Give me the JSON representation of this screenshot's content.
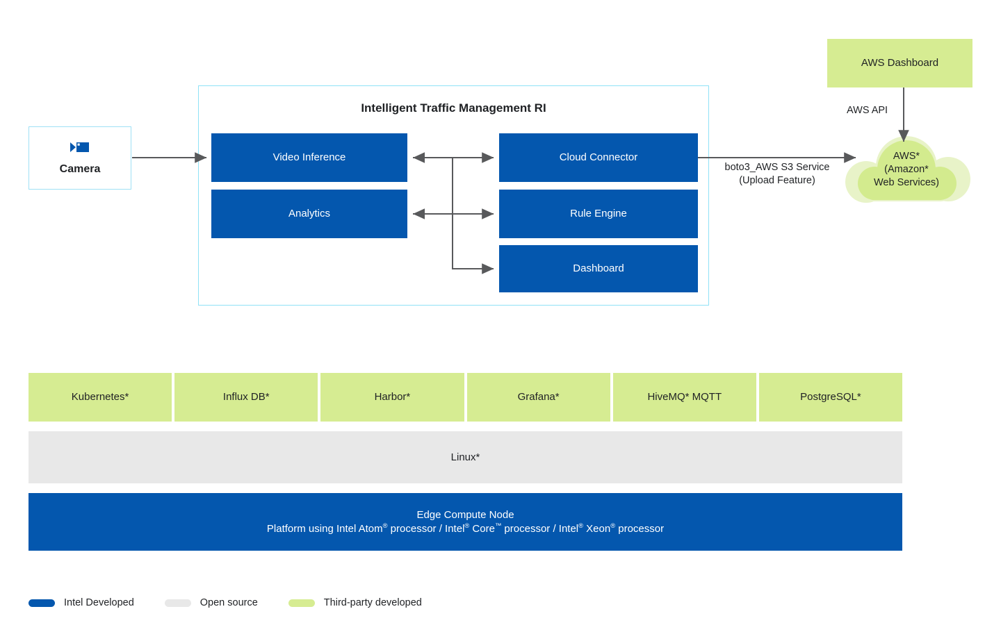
{
  "diagram": {
    "title": "Intelligent Traffic Management RI"
  },
  "colors": {
    "intel_blue": "#0457AE",
    "third_party_green": "#D6EC92",
    "open_source_grey": "#E8E8E8",
    "cloud_light_green": "#E4F2C0",
    "container_border": "#8FE2F7",
    "connector_grey": "#58595B"
  },
  "camera": {
    "label": "Camera",
    "icon": "video-camera-icon"
  },
  "ri_blocks": {
    "video_inference": "Video Inference",
    "analytics": "Analytics",
    "cloud_connector": "Cloud Connector",
    "rule_engine": "Rule Engine",
    "dashboard": "Dashboard"
  },
  "cloud_side": {
    "aws_dashboard": "AWS Dashboard",
    "aws_api_label": "AWS API",
    "aws_cloud_line1": "AWS*",
    "aws_cloud_line2": "(Amazon*",
    "aws_cloud_line3": "Web Services)",
    "boto3_line1": "boto3_AWS S3 Service",
    "boto3_line2": "(Upload Feature)"
  },
  "stack": {
    "third_party": [
      "Kubernetes*",
      "Influx DB*",
      "Harbor*",
      "Grafana*",
      "HiveMQ* MQTT",
      "PostgreSQL*"
    ],
    "os_row": "Linux*",
    "edge_row_line1": "Edge Compute Node",
    "edge_row_line2_parts": {
      "a": "Platform using Intel Atom",
      "sup1": "®",
      "b": " processor / Intel",
      "sup2": "®",
      "c": " Core",
      "sup3": "™",
      "d": " processor / Intel",
      "sup4": "®",
      "e": " Xeon",
      "sup5": "®",
      "f": " processor"
    }
  },
  "legend": [
    {
      "label": "Intel Developed",
      "color": "#0457AE"
    },
    {
      "label": "Open source",
      "color": "#E8E8E8"
    },
    {
      "label": "Third-party developed",
      "color": "#D6EC92"
    }
  ]
}
